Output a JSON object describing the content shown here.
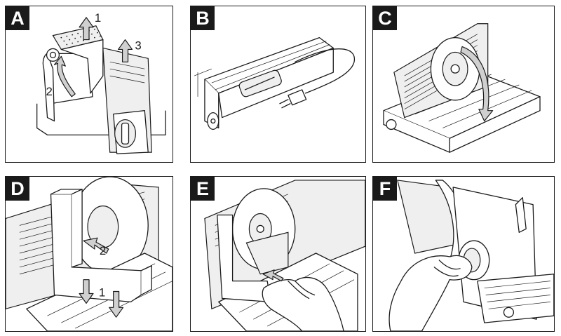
{
  "panels": [
    {
      "label": "A",
      "steps": [
        "1",
        "2",
        "3"
      ]
    },
    {
      "label": "B",
      "steps": []
    },
    {
      "label": "C",
      "steps": []
    },
    {
      "label": "D",
      "steps": [
        "1",
        "2"
      ]
    },
    {
      "label": "E",
      "steps": []
    },
    {
      "label": "F",
      "steps": []
    }
  ]
}
